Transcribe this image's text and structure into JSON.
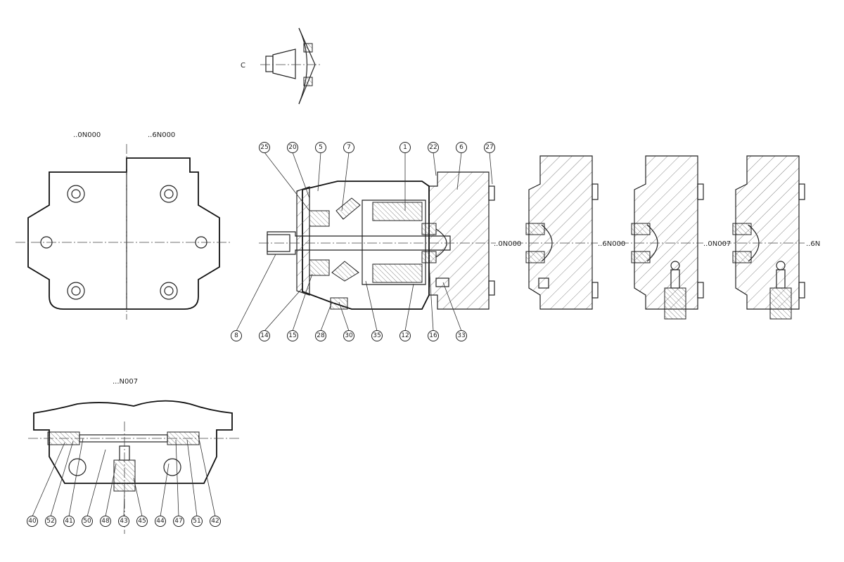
{
  "labels": {
    "detail_c": "C",
    "rear_0n000": "..0N000",
    "rear_6n000": "..6N000",
    "n007": "...N007",
    "main_suffix": "..0N000",
    "v2_suffix": "..6N000",
    "v3_suffix": "..0N007",
    "v4_suffix": "..6N"
  },
  "top_callouts": [
    "25",
    "20",
    "5",
    "7",
    "1",
    "22",
    "6",
    "27"
  ],
  "bottom_callouts": [
    "8",
    "14",
    "15",
    "28",
    "30",
    "35",
    "12",
    "16",
    "33"
  ],
  "n007_callouts": [
    "40",
    "52",
    "41",
    "50",
    "48",
    "43",
    "45",
    "44",
    "47",
    "51",
    "42"
  ]
}
